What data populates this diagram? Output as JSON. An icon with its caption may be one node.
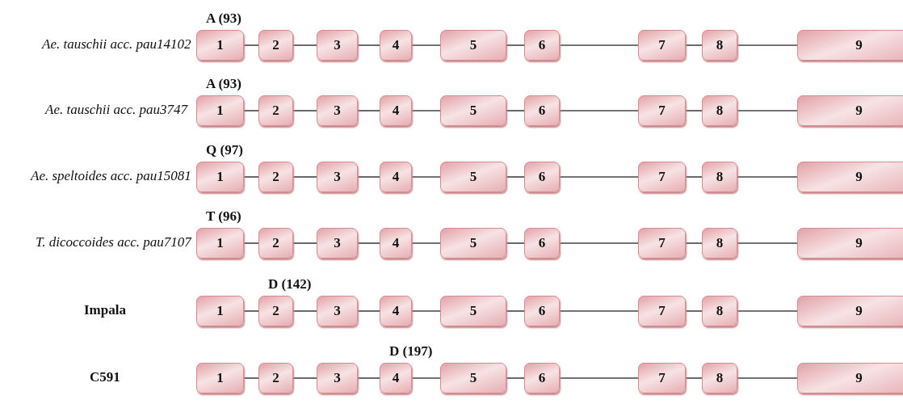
{
  "diagram": {
    "nodes": [
      {
        "text": [
          "1"
        ],
        "beside": [
          "A (93)"
        ]
      },
      {
        "text": [
          "2"
        ]
      },
      {
        "text": [
          "3"
        ]
      },
      {
        "text": [
          "4"
        ]
      },
      {
        "text": [
          "5"
        ]
      },
      {
        "text": [
          "6"
        ]
      },
      {
        "text": [
          "7"
        ]
      },
      {
        "text": [
          "8"
        ]
      },
      {
        "text": [
          "9"
        ]
      },
      {
        "text": [
          "1"
        ],
        "beside": [
          "A (93)"
        ]
      },
      {
        "text": [
          "2"
        ]
      },
      {
        "text": [
          "3"
        ]
      },
      {
        "text": [
          "4"
        ]
      },
      {
        "text": [
          "5"
        ]
      },
      {
        "text": [
          "6"
        ]
      },
      {
        "text": [
          "7"
        ]
      },
      {
        "text": [
          "8"
        ]
      },
      {
        "text": [
          "9"
        ]
      },
      {
        "text": [
          "1"
        ],
        "beside": [
          "Q (97)"
        ]
      },
      {
        "text": [
          "2"
        ]
      },
      {
        "text": [
          "3"
        ]
      },
      {
        "text": [
          "4"
        ]
      },
      {
        "text": [
          "5"
        ]
      },
      {
        "text": [
          "6"
        ]
      },
      {
        "text": [
          "7"
        ]
      },
      {
        "text": [
          "8"
        ]
      },
      {
        "text": [
          "9"
        ]
      },
      {
        "text": [
          "1"
        ],
        "beside": [
          "T (96)"
        ]
      },
      {
        "text": [
          "2"
        ]
      },
      {
        "text": [
          "3"
        ]
      },
      {
        "text": [
          "4"
        ]
      },
      {
        "text": [
          "5"
        ]
      },
      {
        "text": [
          "6"
        ]
      },
      {
        "text": [
          "7"
        ]
      },
      {
        "text": [
          "8"
        ]
      },
      {
        "text": [
          "9"
        ]
      },
      {
        "text": [
          "1"
        ]
      },
      {
        "text": [
          "2"
        ],
        "beside": [
          "D (142)"
        ]
      },
      {
        "text": [
          "3"
        ]
      },
      {
        "text": [
          "4"
        ]
      },
      {
        "text": [
          "5"
        ]
      },
      {
        "text": [
          "6"
        ]
      },
      {
        "text": [
          "7"
        ]
      },
      {
        "text": [
          "8"
        ]
      },
      {
        "text": [
          "9"
        ]
      },
      {
        "text": [
          "1"
        ]
      },
      {
        "text": [
          "2"
        ]
      },
      {
        "text": [
          "3"
        ]
      },
      {
        "text": [
          "4"
        ],
        "beside": [
          "D (197)"
        ]
      },
      {
        "text": [
          "5"
        ]
      },
      {
        "text": [
          "6"
        ]
      },
      {
        "text": [
          "7"
        ]
      },
      {
        "text": [
          "8"
        ]
      },
      {
        "text": [
          "9"
        ]
      }
    ],
    "edges": [
      {
        "from": 0,
        "to": 1,
        "arrow": "none"
      },
      {
        "from": 1,
        "to": 2,
        "arrow": "none"
      },
      {
        "from": 2,
        "to": 3,
        "arrow": "none"
      },
      {
        "from": 3,
        "to": 4,
        "arrow": "none"
      },
      {
        "from": 4,
        "to": 5,
        "arrow": "none"
      },
      {
        "from": 5,
        "to": 6,
        "arrow": "none"
      },
      {
        "from": 6,
        "to": 7,
        "arrow": "none"
      },
      {
        "from": 7,
        "to": 8,
        "arrow": "none"
      },
      {
        "from": 9,
        "to": 10,
        "arrow": "none"
      },
      {
        "from": 10,
        "to": 11,
        "arrow": "none"
      },
      {
        "from": 11,
        "to": 12,
        "arrow": "none"
      },
      {
        "from": 12,
        "to": 13,
        "arrow": "none"
      },
      {
        "from": 13,
        "to": 14,
        "arrow": "none"
      },
      {
        "from": 14,
        "to": 15,
        "arrow": "none"
      },
      {
        "from": 15,
        "to": 16,
        "arrow": "none"
      },
      {
        "from": 16,
        "to": 17,
        "arrow": "none"
      },
      {
        "from": 18,
        "to": 19,
        "arrow": "none"
      },
      {
        "from": 19,
        "to": 20,
        "arrow": "none"
      },
      {
        "from": 20,
        "to": 21,
        "arrow": "none"
      },
      {
        "from": 21,
        "to": 22,
        "arrow": "none"
      },
      {
        "from": 22,
        "to": 23,
        "arrow": "none"
      },
      {
        "from": 23,
        "to": 24,
        "arrow": "none"
      },
      {
        "from": 24,
        "to": 25,
        "arrow": "none"
      },
      {
        "from": 25,
        "to": 26,
        "arrow": "none"
      },
      {
        "from": 27,
        "to": 28,
        "arrow": "none"
      },
      {
        "from": 28,
        "to": 29,
        "arrow": "none"
      },
      {
        "from": 29,
        "to": 30,
        "arrow": "none"
      },
      {
        "from": 30,
        "to": 31,
        "arrow": "none"
      },
      {
        "from": 31,
        "to": 32,
        "arrow": "none"
      },
      {
        "from": 32,
        "to": 33,
        "arrow": "none"
      },
      {
        "from": 33,
        "to": 34,
        "arrow": "none"
      },
      {
        "from": 34,
        "to": 35,
        "arrow": "none"
      },
      {
        "from": 36,
        "to": 37,
        "arrow": "none"
      },
      {
        "from": 37,
        "to": 38,
        "arrow": "none"
      },
      {
        "from": 38,
        "to": 39,
        "arrow": "none"
      },
      {
        "from": 39,
        "to": 40,
        "arrow": "none"
      },
      {
        "from": 40,
        "to": 41,
        "arrow": "none"
      },
      {
        "from": 41,
        "to": 42,
        "arrow": "none"
      },
      {
        "from": 42,
        "to": 43,
        "arrow": "none"
      },
      {
        "from": 43,
        "to": 44,
        "arrow": "none"
      },
      {
        "from": 45,
        "to": 46,
        "arrow": "none"
      },
      {
        "from": 46,
        "to": 47,
        "arrow": "none"
      },
      {
        "from": 47,
        "to": 48,
        "arrow": "none"
      },
      {
        "from": 48,
        "to": 49,
        "arrow": "none"
      },
      {
        "from": 49,
        "to": 50,
        "arrow": "none"
      },
      {
        "from": 50,
        "to": 51,
        "arrow": "none"
      },
      {
        "from": 51,
        "to": 52,
        "arrow": "none"
      },
      {
        "from": 52,
        "to": 53,
        "arrow": "none"
      }
    ],
    "labels": [
      "Ae. tauschii acc. pau14102",
      "Ae. tauschii acc. pau3747",
      "Ae. speltoides acc. pau15081",
      "T. dicoccoides acc. pau7107",
      "Impala",
      "C591"
    ]
  }
}
